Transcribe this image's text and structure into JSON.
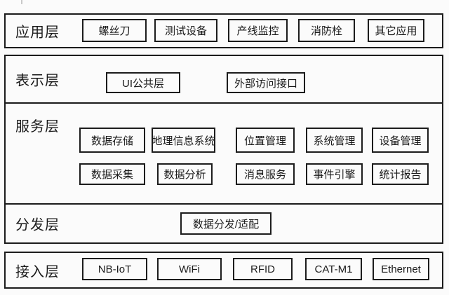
{
  "colors": {
    "border": "#1c1c1c",
    "background": "#fbfbfb",
    "text": "#1a1a1a"
  },
  "layers": [
    {
      "label": "应用层",
      "boxes": [
        "螺丝刀",
        "测试设备",
        "产线监控",
        "消防栓",
        "其它应用"
      ]
    },
    {
      "label": "表示层",
      "boxes": [
        "UI公共层",
        "外部访问接口"
      ]
    },
    {
      "label": "服务层",
      "rows": [
        [
          "数据存储",
          "地理信息系统",
          "位置管理",
          "系统管理",
          "设备管理"
        ],
        [
          "数据采集",
          "数据分析",
          "消息服务",
          "事件引擎",
          "统计报告"
        ]
      ]
    },
    {
      "label": "分发层",
      "boxes": [
        "数据分发/适配"
      ]
    },
    {
      "label": "接入层",
      "boxes": [
        "NB-IoT",
        "WiFi",
        "RFID",
        "CAT-M1",
        "Ethernet"
      ]
    }
  ]
}
